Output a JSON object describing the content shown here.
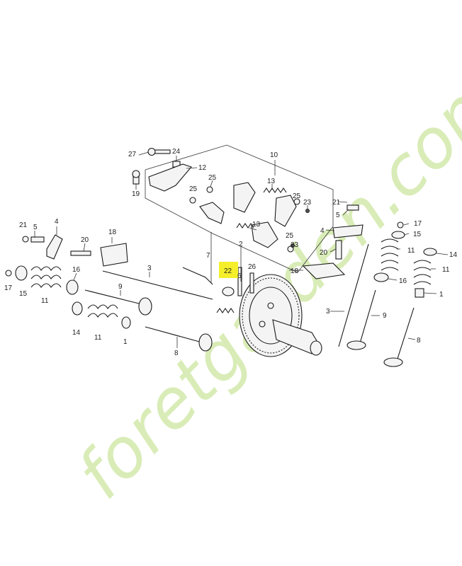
{
  "diagram": {
    "highlight_color": "#f4ef2a",
    "highlighted_callout": "22",
    "callouts": [
      {
        "id": "c27",
        "text": "27"
      },
      {
        "id": "c24",
        "text": "24"
      },
      {
        "id": "c12",
        "text": "12"
      },
      {
        "id": "c10",
        "text": "10"
      },
      {
        "id": "c19",
        "text": "19"
      },
      {
        "id": "c25a",
        "text": "25"
      },
      {
        "id": "c25b",
        "text": "25"
      },
      {
        "id": "c13a",
        "text": "13"
      },
      {
        "id": "c25c",
        "text": "25"
      },
      {
        "id": "c23a",
        "text": "23"
      },
      {
        "id": "c13b",
        "text": "13"
      },
      {
        "id": "c25d",
        "text": "25"
      },
      {
        "id": "c23b",
        "text": "23"
      },
      {
        "id": "c21a",
        "text": "21"
      },
      {
        "id": "c5a",
        "text": "5"
      },
      {
        "id": "c4a",
        "text": "4"
      },
      {
        "id": "c20a",
        "text": "20"
      },
      {
        "id": "c18a",
        "text": "18"
      },
      {
        "id": "c16a",
        "text": "16"
      },
      {
        "id": "c17a",
        "text": "17"
      },
      {
        "id": "c15a",
        "text": "15"
      },
      {
        "id": "c11a",
        "text": "11"
      },
      {
        "id": "c3a",
        "text": "3"
      },
      {
        "id": "c9a",
        "text": "9"
      },
      {
        "id": "c7",
        "text": "7"
      },
      {
        "id": "c2",
        "text": "2"
      },
      {
        "id": "c6",
        "text": "6"
      },
      {
        "id": "c26",
        "text": "26"
      },
      {
        "id": "c22",
        "text": "22"
      },
      {
        "id": "c14a",
        "text": "14"
      },
      {
        "id": "c11b",
        "text": "11"
      },
      {
        "id": "c1a",
        "text": "1"
      },
      {
        "id": "c8a",
        "text": "8"
      },
      {
        "id": "c21b",
        "text": "21"
      },
      {
        "id": "c5b",
        "text": "5"
      },
      {
        "id": "c4b",
        "text": "4"
      },
      {
        "id": "c20b",
        "text": "20"
      },
      {
        "id": "c18b",
        "text": "18"
      },
      {
        "id": "c17b",
        "text": "17"
      },
      {
        "id": "c15b",
        "text": "15"
      },
      {
        "id": "c11c",
        "text": "11"
      },
      {
        "id": "c14b",
        "text": "14"
      },
      {
        "id": "c11d",
        "text": "11"
      },
      {
        "id": "c16b",
        "text": "16"
      },
      {
        "id": "c1b",
        "text": "1"
      },
      {
        "id": "c3b",
        "text": "3"
      },
      {
        "id": "c9b",
        "text": "9"
      },
      {
        "id": "c8b",
        "text": "8"
      }
    ]
  },
  "watermark": {
    "text": "foretgarden.com",
    "colors": {
      "primary": "#d8ecb4",
      "accent_t": "#f6cf8f",
      "accent_g": "#d8ecb4",
      "domain": "#e0dad2"
    }
  }
}
